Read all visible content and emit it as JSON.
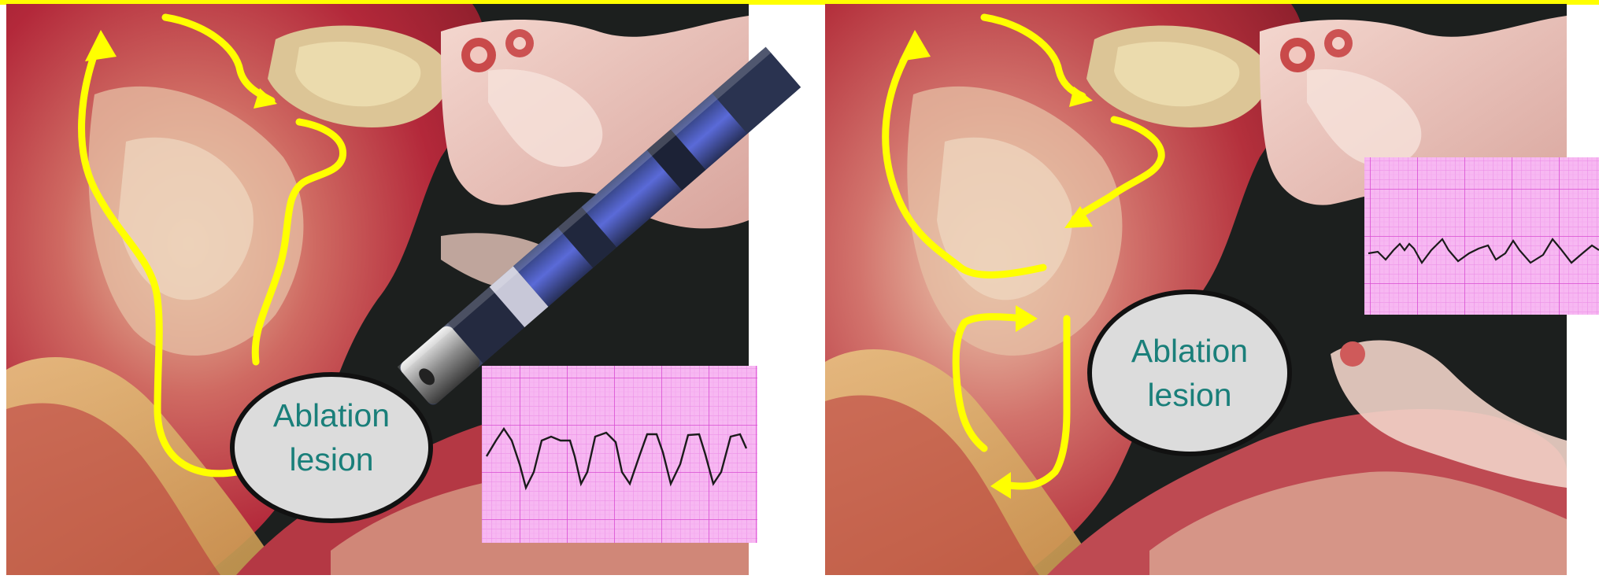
{
  "panels": [
    {
      "id": "left",
      "lesion_label_line1": "Ablation",
      "lesion_label_line2": "lesion",
      "has_catheter": true,
      "ecg_pattern": "wide-complex tachycardia"
    },
    {
      "id": "right",
      "lesion_label_line1": "Ablation",
      "lesion_label_line2": "lesion",
      "has_catheter": false,
      "ecg_pattern": "low-amplitude fibrillatory rhythm"
    }
  ],
  "colors": {
    "top_border": "#ffff00",
    "arrow": "#ffff00",
    "lesion_fill": "#dcdcdc",
    "lesion_text": "#1a7f7a",
    "ecg_paper": "#f7b8f2",
    "ecg_grid": "#e35ce0",
    "catheter_band": "#5a6ad8",
    "tissue_red": "#b8313a",
    "tissue_pale": "#e9c7a0",
    "background_dark": "#1c1f1e"
  },
  "icons": [
    "catheter-icon",
    "ecg-strip-icon",
    "ablation-lesion-marker"
  ]
}
